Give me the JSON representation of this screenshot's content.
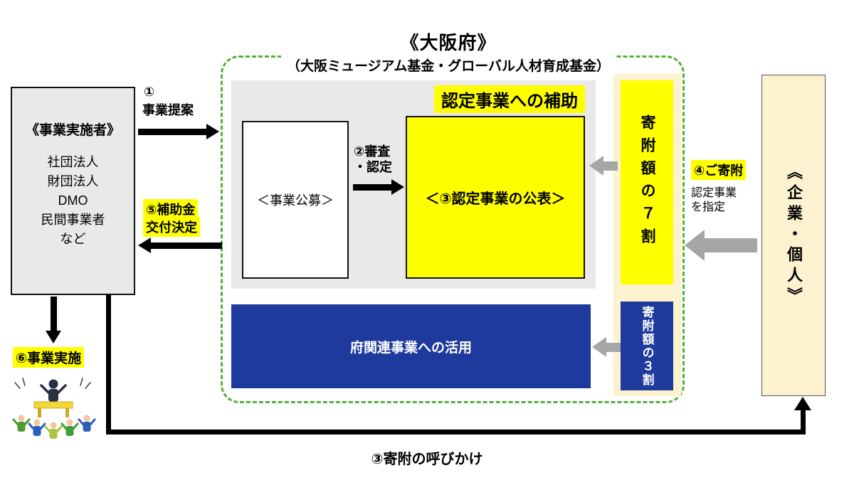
{
  "title": "《大阪府》",
  "subtitle": "（大阪ミュージアム基金・グローバル人材育成基金）",
  "implementer": {
    "title": "《事業実施者》",
    "items": [
      "社団法人",
      "財団法人",
      "DMO",
      "民間事業者",
      "など"
    ]
  },
  "prefecture": {
    "subsidy_label": "認定事業への補助",
    "open_call": "＜事業公募＞",
    "certified_publication": "＜③認定事業の公表＞",
    "related_use": "府関連事業への活用",
    "donation_70": "寄附額の７割",
    "donation_30": "寄附額の３割"
  },
  "company": {
    "label": "《企業・個人》"
  },
  "steps": {
    "s1_no": "①",
    "s1_text": "事業提案",
    "s2_line1": "②審査",
    "s2_line2": "・認定",
    "s3": "③寄附の呼びかけ",
    "s4": "④ご寄附",
    "s4_note1": "認定事業",
    "s4_note2": "を指定",
    "s5_line1": "⑤補助金",
    "s5_line2": "交付決定",
    "s6": "⑥事業実施"
  },
  "colors": {
    "highlight_yellow": "#ffff00",
    "deep_blue": "#1e3a9c",
    "dashed_green": "#53b13a",
    "cream": "#fdf2cf",
    "box_gray": "#e9e9e9",
    "arrow_gray": "#a6a6a6"
  },
  "icons": {
    "illustration": "people-celebration-illustration"
  }
}
